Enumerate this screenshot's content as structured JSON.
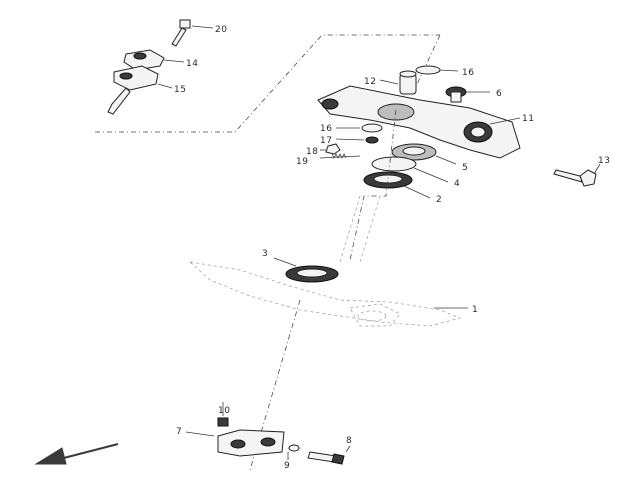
{
  "callouts": {
    "p20": "20",
    "p14": "14",
    "p15": "15",
    "p16a": "16",
    "p12": "12",
    "p6": "6",
    "p11": "11",
    "p16b": "16",
    "p17": "17",
    "p18": "18",
    "p19": "19",
    "p5": "5",
    "p4": "4",
    "p2": "2",
    "p13": "13",
    "p3": "3",
    "p1": "1",
    "p10": "10",
    "p7": "7",
    "p8": "8",
    "p9": "9"
  },
  "icons": {
    "direction": "front-arrow-icon"
  }
}
